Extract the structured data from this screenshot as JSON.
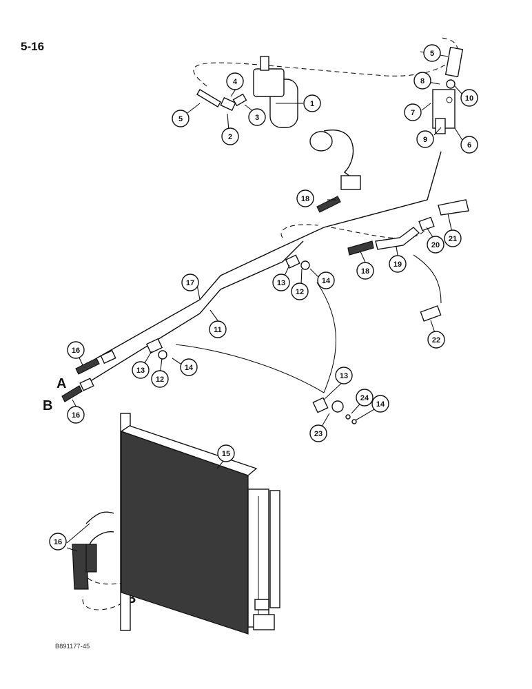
{
  "page": {
    "number": "5-16",
    "drawing_code": "B891177-45"
  },
  "connection_letters": [
    "A",
    "B",
    "A",
    "B"
  ],
  "callouts": [
    "1",
    "2",
    "3",
    "4",
    "5",
    "5",
    "6",
    "7",
    "8",
    "9",
    "10",
    "11",
    "12",
    "12",
    "13",
    "13",
    "13",
    "14",
    "14",
    "14",
    "15",
    "16",
    "16",
    "16",
    "17",
    "18",
    "18",
    "19",
    "20",
    "21",
    "22",
    "23",
    "24"
  ]
}
